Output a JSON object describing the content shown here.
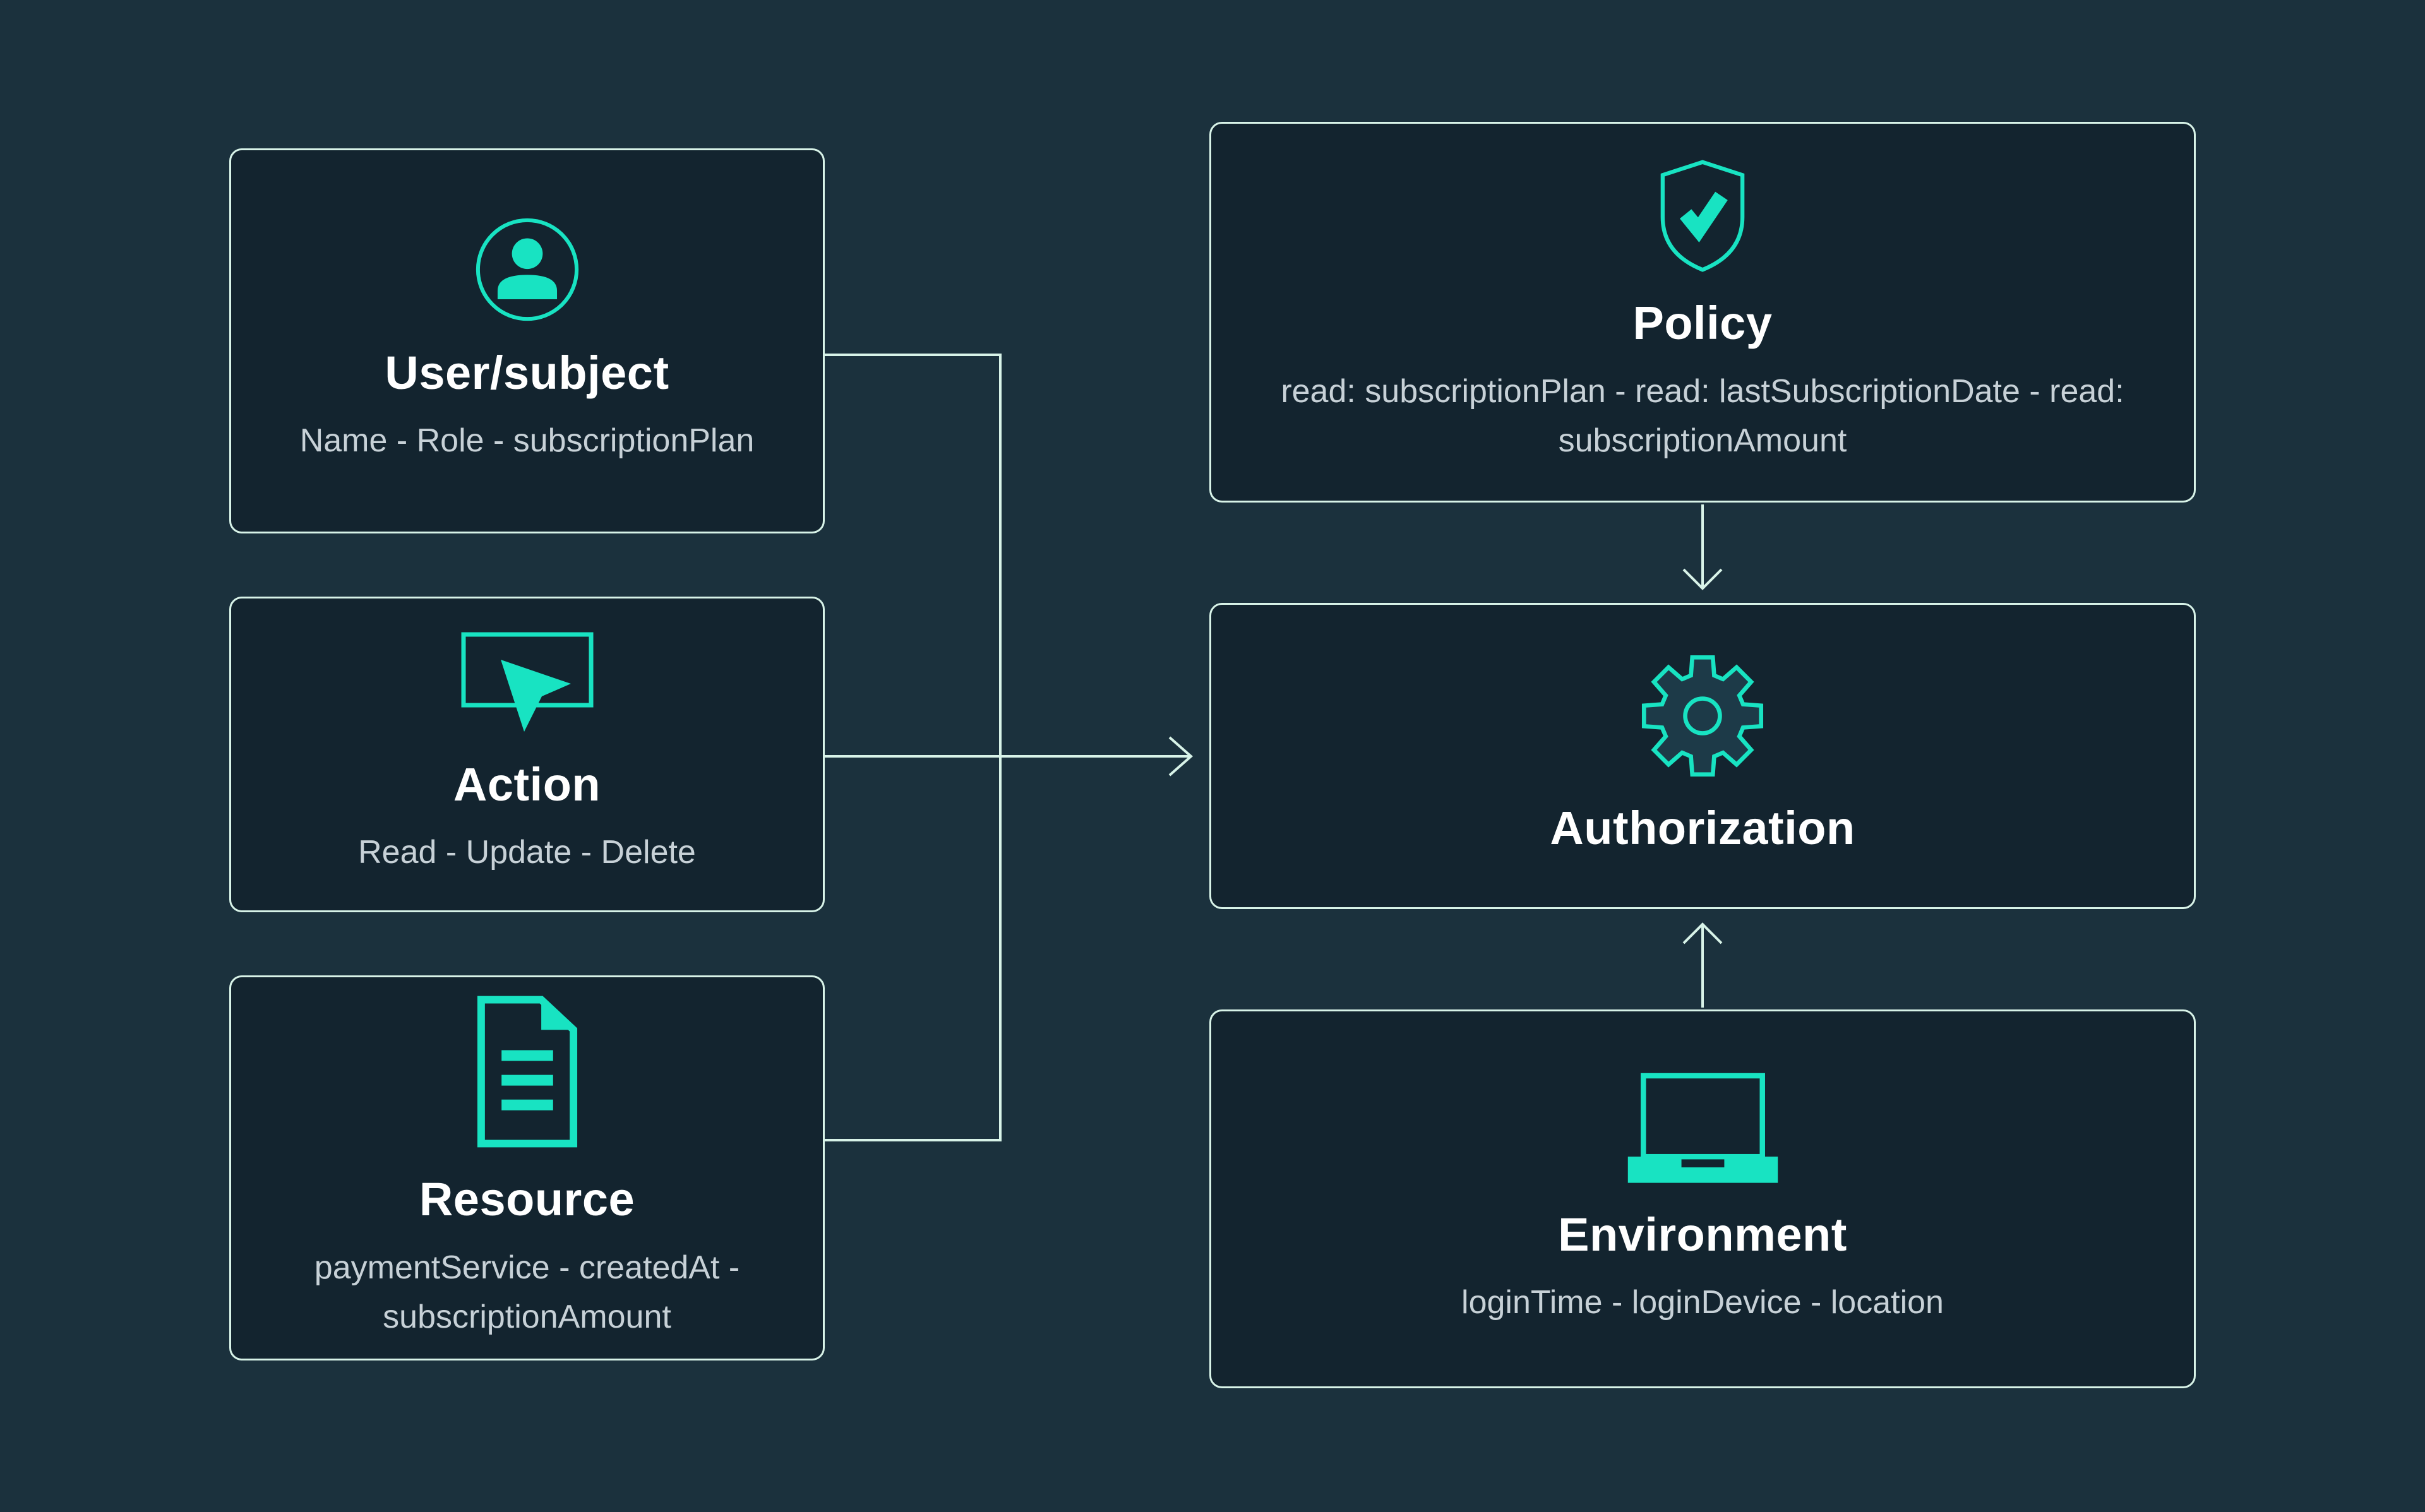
{
  "colors": {
    "background": "#1b313d",
    "box_fill": "#13242f",
    "box_border": "#d8f3e8",
    "accent": "#18e3c2",
    "title": "#ffffff",
    "subtitle": "#c7d1d7",
    "connector": "#d8f3e8",
    "gear_fill": "#1d3a48"
  },
  "boxes": [
    {
      "id": "user-subject",
      "title": "User/subject",
      "subtitle": "Name - Role - subscriptionPlan",
      "icon": "user-icon"
    },
    {
      "id": "action",
      "title": "Action",
      "subtitle": "Read - Update - Delete",
      "icon": "cursor-icon"
    },
    {
      "id": "resource",
      "title": "Resource",
      "subtitle": "paymentService - createdAt - subscriptionAmount",
      "icon": "document-icon"
    },
    {
      "id": "policy",
      "title": "Policy",
      "subtitle": "read: subscriptionPlan - read: lastSubscriptionDate - read: subscriptionAmount",
      "icon": "shield-check-icon"
    },
    {
      "id": "authorization",
      "title": "Authorization",
      "subtitle": "",
      "icon": "gear-icon"
    },
    {
      "id": "environment",
      "title": "Environment",
      "subtitle": "loginTime - loginDevice - location",
      "icon": "laptop-icon"
    }
  ],
  "connections": [
    {
      "from": "User/subject",
      "to": "Authorization"
    },
    {
      "from": "Action",
      "to": "Authorization"
    },
    {
      "from": "Resource",
      "to": "Authorization"
    },
    {
      "from": "Policy",
      "to": "Authorization"
    },
    {
      "from": "Environment",
      "to": "Authorization"
    }
  ]
}
